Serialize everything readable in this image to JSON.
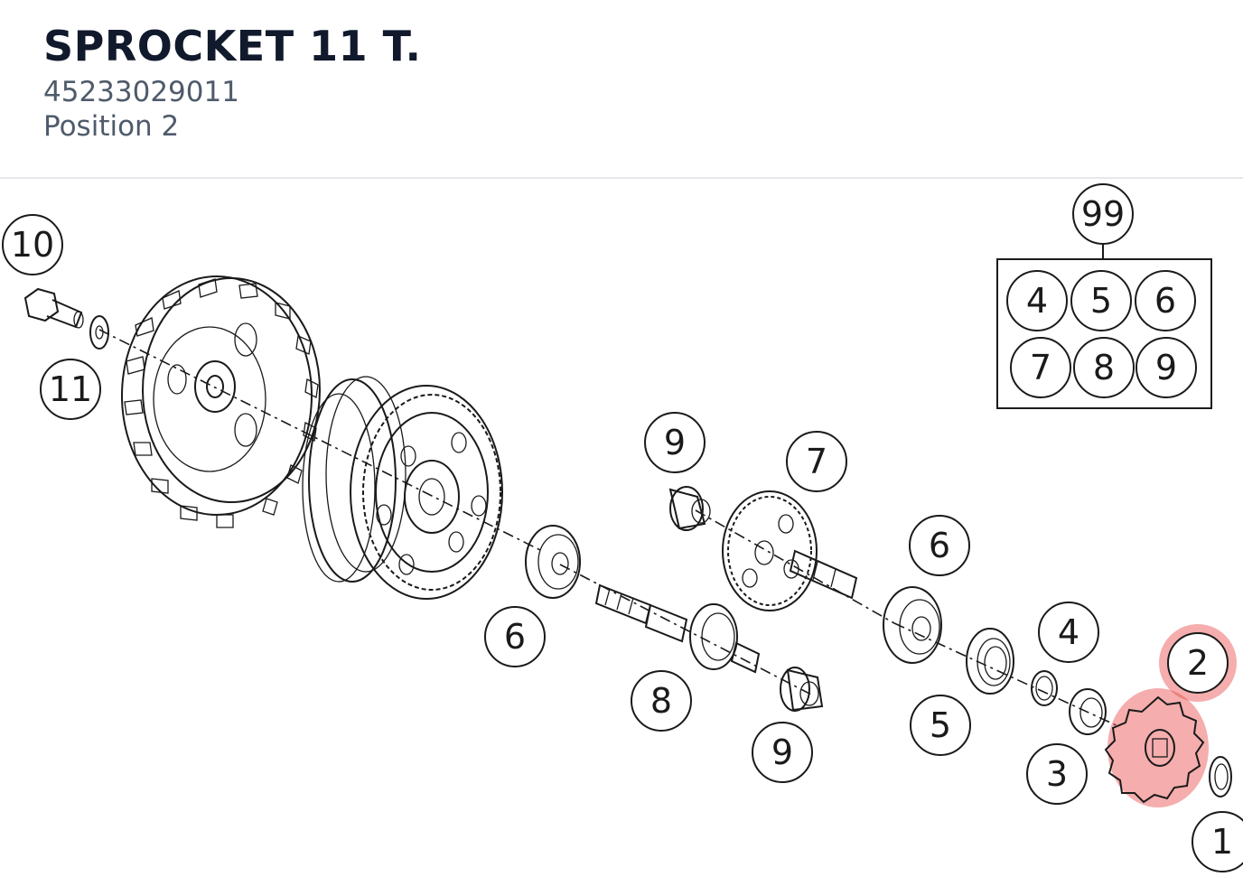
{
  "part": {
    "name": "SPROCKET 11 T.",
    "number": "45233029011",
    "position": "Position 2"
  },
  "diagram": {
    "callouts": [
      {
        "id": "c10",
        "label": "10"
      },
      {
        "id": "c11",
        "label": "11"
      },
      {
        "id": "c99",
        "label": "99"
      },
      {
        "id": "c9a",
        "label": "9"
      },
      {
        "id": "c7",
        "label": "7"
      },
      {
        "id": "c6a",
        "label": "6"
      },
      {
        "id": "c6b",
        "label": "6"
      },
      {
        "id": "c8",
        "label": "8"
      },
      {
        "id": "c9b",
        "label": "9"
      },
      {
        "id": "c5",
        "label": "5"
      },
      {
        "id": "c4",
        "label": "4"
      },
      {
        "id": "c3",
        "label": "3"
      },
      {
        "id": "c2",
        "label": "2"
      },
      {
        "id": "c1",
        "label": "1"
      }
    ],
    "kit_box": [
      "4",
      "5",
      "6",
      "7",
      "8",
      "9"
    ],
    "highlighted_callout": "2",
    "colors": {
      "highlight": "#e84a4a",
      "highlight_text": "#c0272d",
      "line": "#1a1a1a"
    }
  }
}
